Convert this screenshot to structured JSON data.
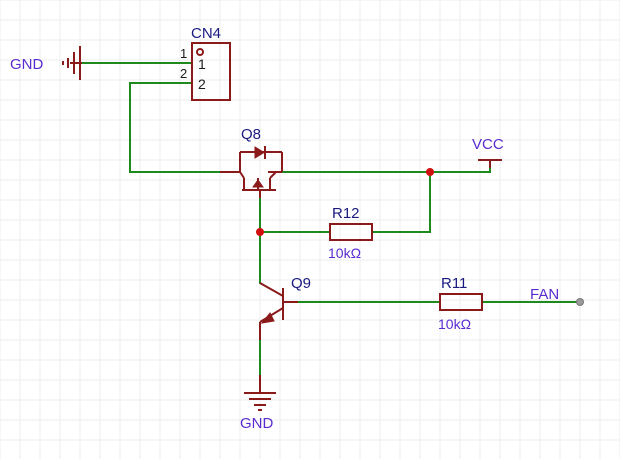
{
  "schematic": {
    "connector": {
      "ref": "CN4",
      "pin1_num": "1",
      "pin2_num": "2",
      "pin1_label": "1",
      "pin2_label": "2"
    },
    "mosfet": {
      "ref": "Q8"
    },
    "transistor": {
      "ref": "Q9"
    },
    "resistor_r12": {
      "ref": "R12",
      "value": "10kΩ"
    },
    "resistor_r11": {
      "ref": "R11",
      "value": "10kΩ"
    },
    "nets": {
      "gnd_left": "GND",
      "gnd_bottom": "GND",
      "vcc": "VCC",
      "fan": "FAN"
    },
    "colors": {
      "wire": "#1e8a1e",
      "component": "#8b1a1a",
      "junction": "#d01010",
      "net_label": "#5a2ccf",
      "ref_label": "#1a1a80"
    }
  }
}
